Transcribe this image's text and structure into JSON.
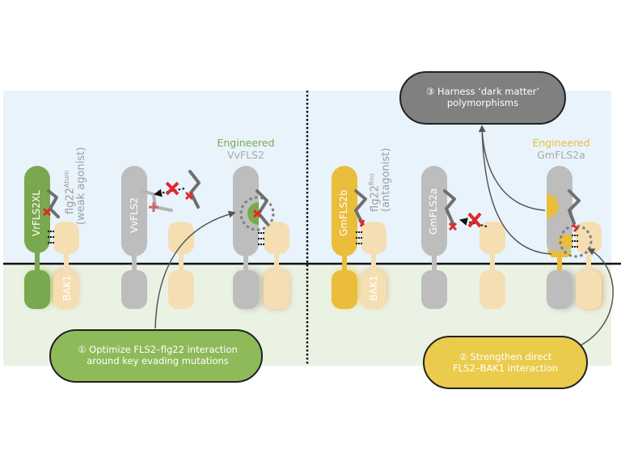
{
  "colors": {
    "extracellular_bg": "#e8f3fc",
    "cytoplasm_bg": "#eaf2e3",
    "membrane": "#111111",
    "vitis_green": "#7aa84e",
    "soy_yellow": "#ebbd3c",
    "receptor_gray": "#bdbdbd",
    "bak1_peach": "#f5deb2",
    "peptide_gray": "#6f6f6f",
    "mutation_red": "#e02a2a",
    "dark_pill": "#808080",
    "label_gray": "#9e9e9e"
  },
  "left_panel": {
    "complex_1": {
      "receptor_label": "VrFLS2XL",
      "ligand_label": "flg22",
      "ligand_superscript": "Atum",
      "ligand_note": "(weak agonist)",
      "coreceptor_label": "BAK1"
    },
    "complex_2": {
      "receptor_label": "VvFLS2",
      "binding_blocked": true
    },
    "complex_3": {
      "title": "Engineered",
      "subtitle": "VvFLS2"
    },
    "callout": {
      "number_icon": "circled-1-icon",
      "line1": "Optimize FLS2–flg22 interaction",
      "line2": "around key evading mutations"
    }
  },
  "right_panel": {
    "complex_1": {
      "receptor_label": "GmFLS2b",
      "ligand_label": "flg22",
      "ligand_superscript": "Rso",
      "ligand_note": "(antagonist)",
      "coreceptor_label": "BAK1"
    },
    "complex_2": {
      "receptor_label": "GmFLS2a",
      "binding_blocked": true
    },
    "complex_3": {
      "title": "Engineered",
      "subtitle": "GmFLS2a"
    },
    "callout_2": {
      "number_icon": "circled-2-icon",
      "line1": "Strengthen direct",
      "line2": "FLS2–BAK1 interaction"
    },
    "callout_3": {
      "number_icon": "circled-3-icon",
      "line1": "Harness ‘dark matter’",
      "line2": "polymorphisms"
    }
  },
  "glyphs": {
    "circled_1": "①",
    "circled_2": "②",
    "circled_3": "③"
  }
}
